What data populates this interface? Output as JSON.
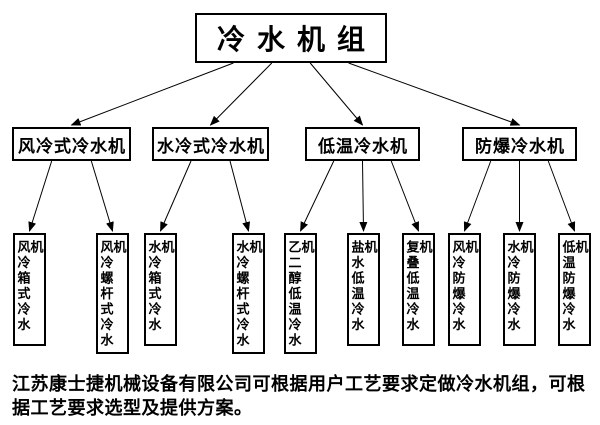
{
  "diagram": {
    "root": {
      "id": "root",
      "label": "冷水机组"
    },
    "level2": [
      {
        "id": "air-cooled",
        "label": "风冷式冷水机"
      },
      {
        "id": "water-cooled",
        "label": "水冷式冷水机"
      },
      {
        "id": "low-temp",
        "label": "低温冷水机"
      },
      {
        "id": "explosion-proof",
        "label": "防爆冷水机"
      }
    ],
    "level3": [
      {
        "id": "air-box",
        "label": "风冷箱式冷水机"
      },
      {
        "id": "air-screw",
        "label": "风冷螺杆式冷水机"
      },
      {
        "id": "water-box",
        "label": "水冷箱式冷水机"
      },
      {
        "id": "water-screw",
        "label": "水冷螺杆式冷水机"
      },
      {
        "id": "glycol-low-temp",
        "label": "乙二醇低温冷水机"
      },
      {
        "id": "brine-low-temp",
        "label": "盐水低温冷水机"
      },
      {
        "id": "cascade-low-temp",
        "label": "复叠低温冷水机"
      },
      {
        "id": "air-explosion-proof",
        "label": "风冷防爆冷水机"
      },
      {
        "id": "water-explosion-proof",
        "label": "水冷防爆冷水机"
      },
      {
        "id": "low-temp-explosion-proof",
        "label": "低温防爆冷水机"
      }
    ],
    "edges": [
      [
        "root",
        "air-cooled"
      ],
      [
        "root",
        "water-cooled"
      ],
      [
        "root",
        "low-temp"
      ],
      [
        "root",
        "explosion-proof"
      ],
      [
        "air-cooled",
        "air-box"
      ],
      [
        "air-cooled",
        "air-screw"
      ],
      [
        "water-cooled",
        "water-box"
      ],
      [
        "water-cooled",
        "water-screw"
      ],
      [
        "low-temp",
        "glycol-low-temp"
      ],
      [
        "low-temp",
        "brine-low-temp"
      ],
      [
        "low-temp",
        "cascade-low-temp"
      ],
      [
        "explosion-proof",
        "air-explosion-proof"
      ],
      [
        "explosion-proof",
        "water-explosion-proof"
      ],
      [
        "explosion-proof",
        "low-temp-explosion-proof"
      ]
    ]
  },
  "footer": {
    "text": "江苏康士捷机械设备有限公司可根据用户工艺要求定做冷水机组，可根据工艺要求选型及提供方案。"
  },
  "colors": {
    "background": "#ffffff",
    "border": "#000000",
    "line": "#000000",
    "text": "#000000"
  }
}
